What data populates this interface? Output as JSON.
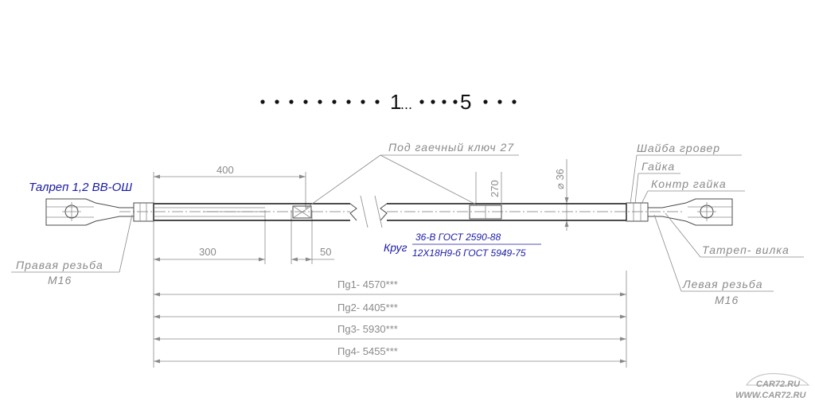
{
  "title": {
    "left_num": "1",
    "dots": "...",
    "right_num": "5"
  },
  "labels": {
    "talrep": "Талреп 1,2 ВВ-ОШ",
    "under_key": "Под гаечный ключ 27",
    "grover": "Шайба гровер",
    "nut": "Гайка",
    "counter_nut": "Контр гайка",
    "right_thread": "Правая резьба",
    "right_thread_size": "M16",
    "left_thread": "Левая резьба",
    "left_thread_size": "M16",
    "fork": "Татреп- вилка",
    "circle_label": "Круг",
    "circle_spec_1": "36-В ГОСТ 2590-88",
    "circle_spec_2": "12Х18Н9-б ГОСТ 5949-75"
  },
  "dimensions": {
    "d400": "400",
    "d300": "300",
    "d50": "50",
    "d270": "270",
    "diam36": "⌀ 36"
  },
  "lengths": [
    {
      "label": "Пg1- 4570***"
    },
    {
      "label": "Пg2- 4405***"
    },
    {
      "label": "Пg3- 5930***"
    },
    {
      "label": "Пg4- 5455***"
    }
  ],
  "watermark": {
    "logo": "CAR72.RU",
    "url": "WWW.CAR72.RU"
  },
  "colors": {
    "line": "#8a8a8a",
    "bold": "#111111",
    "blue": "#1a1aa8"
  }
}
